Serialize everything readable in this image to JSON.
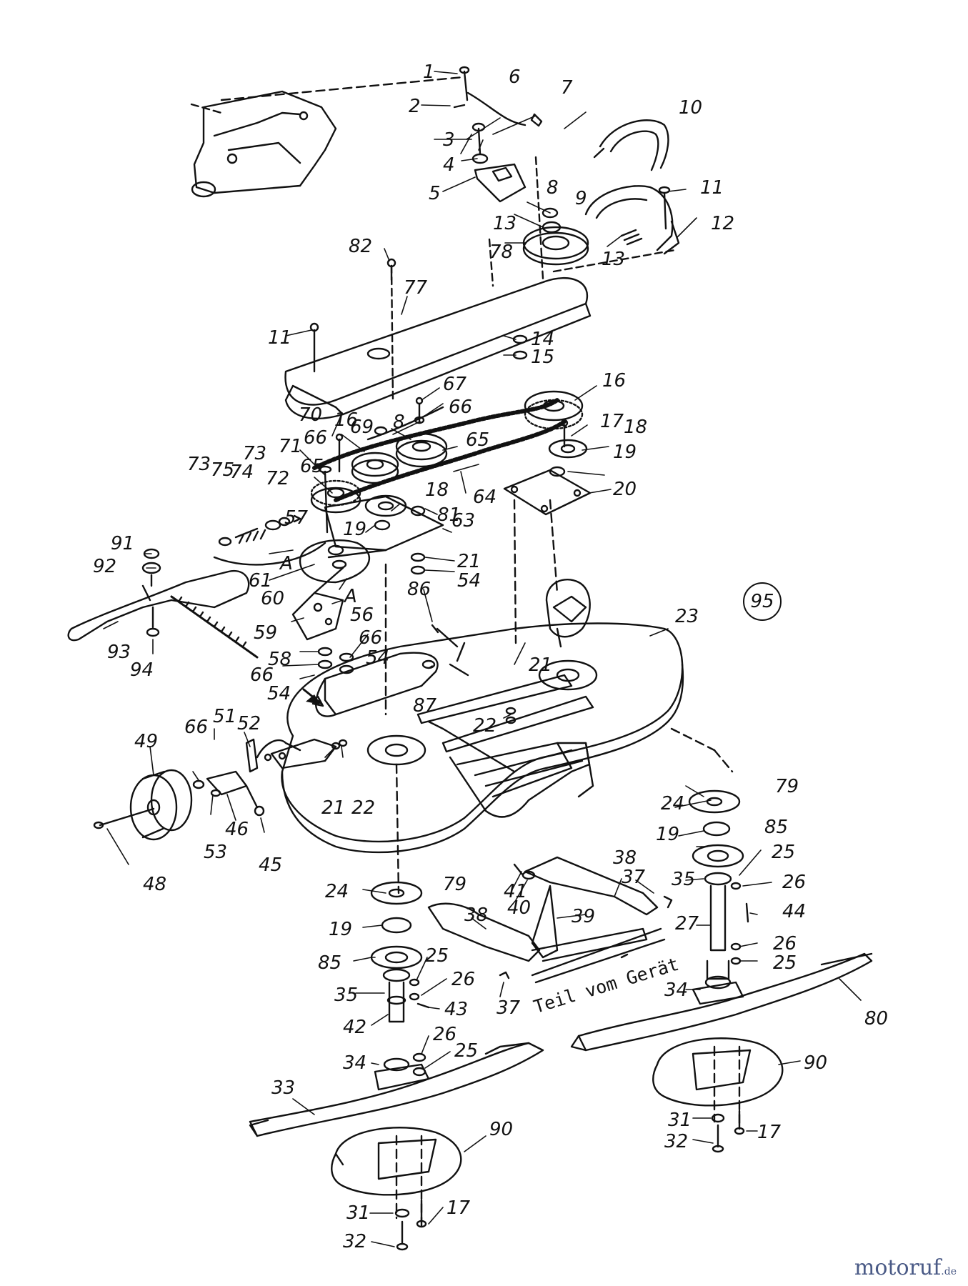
{
  "diagram": {
    "reference_number": "95",
    "caption": "Teil vom Gerät",
    "watermark": {
      "name": "motoruf",
      "tld": ".de"
    },
    "colors": {
      "ink": "#111111",
      "paper": "#ffffff",
      "watermark": "#4a5a86"
    }
  },
  "labels": {
    "l1": "1",
    "l2": "2",
    "l3": "3",
    "l4": "4",
    "l5": "5",
    "l6": "6",
    "l7": "7",
    "l8a": "8",
    "l9": "9",
    "l10": "10",
    "l11a": "11",
    "l12": "12",
    "l13a": "13",
    "l13b": "13",
    "l78": "78",
    "l82": "82",
    "l77": "77",
    "l11b": "11",
    "l14": "14",
    "l15": "15",
    "l16a": "16",
    "l67": "67",
    "l66a": "66",
    "l70": "70",
    "l16b": "16",
    "l69": "69",
    "l8b": "8",
    "l65a": "65",
    "l17a": "17",
    "l18a": "18",
    "l66b": "66",
    "l73a": "73",
    "l75": "75",
    "l74": "74",
    "l73b": "73",
    "l71": "71",
    "l72": "72",
    "l65b": "65",
    "l19a": "19",
    "l20": "20",
    "l64": "64",
    "l57": "57",
    "l18b": "18",
    "l81": "81",
    "l63": "63",
    "l19b": "19",
    "l91": "91",
    "l92": "92",
    "lA1": "A",
    "l61": "61",
    "l21a": "21",
    "l54a": "54",
    "l60": "60",
    "lA2": "A",
    "l56": "56",
    "l86": "86",
    "l59": "59",
    "l93": "93",
    "l94": "94",
    "l58": "58",
    "l66c": "66",
    "l54b": "54",
    "l66d": "66",
    "l54c": "54",
    "l23": "23",
    "l21b": "21",
    "l87": "87",
    "l22a": "22",
    "l66e": "66",
    "l51": "51",
    "l52": "52",
    "l49": "49",
    "l21c": "21",
    "l22b": "22",
    "l46": "46",
    "l53": "53",
    "l45": "45",
    "l48": "48",
    "l79a": "79",
    "l24a": "24",
    "l85a": "85",
    "l19c": "19",
    "l25a": "25",
    "l26a": "26",
    "l35a": "35",
    "l38a": "38",
    "l37a": "37",
    "l41": "41",
    "l40": "40",
    "l44": "44",
    "l24b": "24",
    "l79b": "79",
    "l27": "27",
    "l38b": "38",
    "l39": "39",
    "l19d": "19",
    "l26b": "26",
    "l25b": "25",
    "l85b": "85",
    "l25c": "25",
    "l26c": "26",
    "l35b": "35",
    "l43": "43",
    "l37b": "37",
    "l34a": "34",
    "l80": "80",
    "l42": "42",
    "l26d": "26",
    "l25d": "25",
    "l34b": "34",
    "l33": "33",
    "l90a": "90",
    "l90b": "90",
    "l31a": "31",
    "l17b": "17",
    "l32a": "32",
    "l31b": "31",
    "l17c": "17",
    "l32b": "32"
  }
}
